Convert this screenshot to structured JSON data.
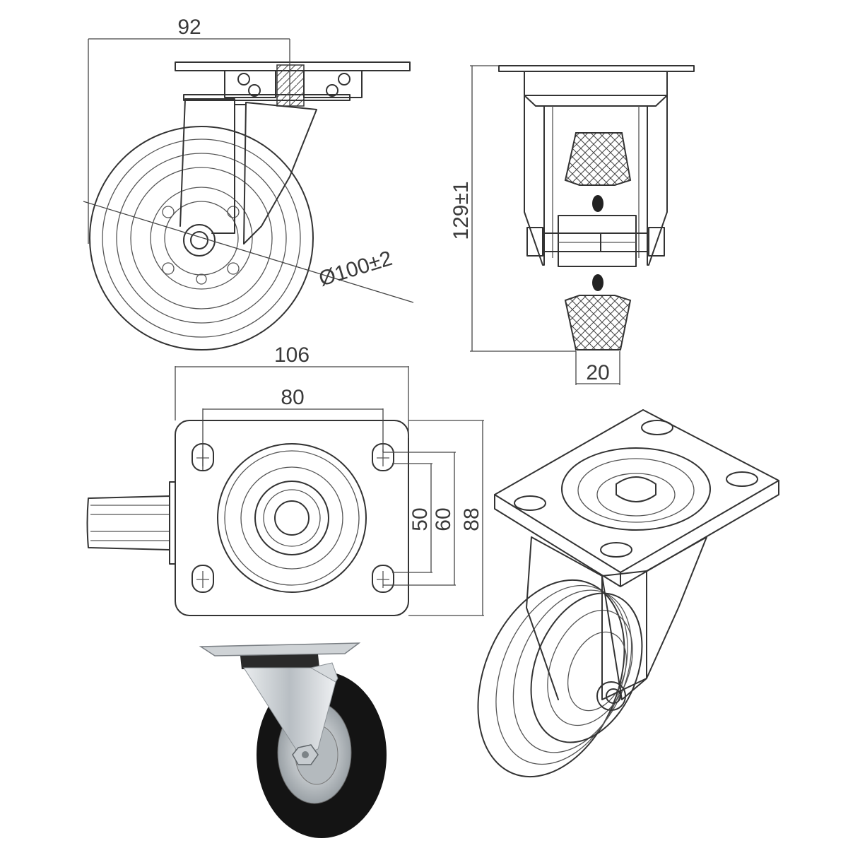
{
  "dimensions": {
    "swivel_offset": "92",
    "wheel_diameter": "Ø100±2",
    "total_height": "129±1",
    "wheel_width": "20",
    "plate_width": "106",
    "hole_spacing_x": "80",
    "hole_spacing_y_inner": "50",
    "hole_spacing_y_outer": "60",
    "plate_length": "88"
  },
  "colors": {
    "line": "#333333",
    "tire": "#1a1a1a",
    "steel": "#cfd3d6",
    "background": "#ffffff"
  }
}
